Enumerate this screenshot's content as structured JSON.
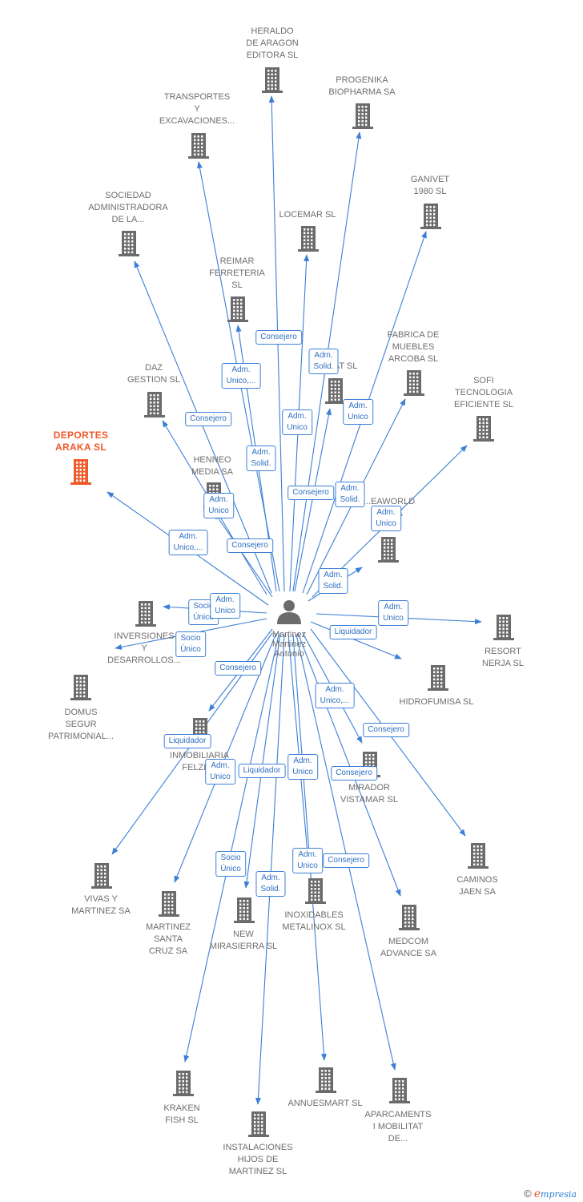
{
  "center": {
    "id": "center",
    "label": "Martinez\nMartinez\nAntonio"
  },
  "nodes": [
    {
      "id": "heraldo",
      "label": "HERALDO\nDE ARAGON\nEDITORA SL"
    },
    {
      "id": "progenika",
      "label": "PROGENIKA\nBIOPHARMA SA"
    },
    {
      "id": "transportes",
      "label": "TRANSPORTES\nY\nEXCAVACIONES..."
    },
    {
      "id": "ganivet",
      "label": "GANIVET\n1980 SL"
    },
    {
      "id": "sociedad",
      "label": "SOCIEDAD\nADMINISTRADORA\nDE LA..."
    },
    {
      "id": "locemar",
      "label": "LOCEMAR SL"
    },
    {
      "id": "reimar",
      "label": "REIMAR\nFERRETERIA\nSL"
    },
    {
      "id": "fabrica",
      "label": "FABRICA DE\nMUEBLES\nARCOBA SL"
    },
    {
      "id": "daz",
      "label": "DAZ\nGESTION SL"
    },
    {
      "id": "dlat",
      "label": "D...LAT SL"
    },
    {
      "id": "sofi",
      "label": "SOFI\nTECNOLOGIA\nEFICIENTE SL"
    },
    {
      "id": "deportes",
      "label": "DEPORTES\nARAKA  SL",
      "highlight": true
    },
    {
      "id": "henneo",
      "label": "HENNEO\nMEDIA SA"
    },
    {
      "id": "seaworld",
      "label": "...EAWORLD\nM...CA"
    },
    {
      "id": "inversiones",
      "label": "INVERSIONES\nY\nDESARROLLOS..."
    },
    {
      "id": "resort",
      "label": "RESORT\nNERJA SL"
    },
    {
      "id": "domus",
      "label": "DOMUS\nSEGUR\nPATRIMONIAL..."
    },
    {
      "id": "hidrofumisa",
      "label": "HIDROFUMISA SL"
    },
    {
      "id": "felze",
      "label": "INMOBILIARIA\nFELZE..."
    },
    {
      "id": "mirador",
      "label": "MIRADOR\nVISTAMAR  SL"
    },
    {
      "id": "caminos",
      "label": "CAMINOS\nJAEN SA"
    },
    {
      "id": "vivas",
      "label": "VIVAS Y\nMARTINEZ SA"
    },
    {
      "id": "santacruz",
      "label": "MARTINEZ\nSANTA\nCRUZ SA"
    },
    {
      "id": "mirasierra",
      "label": "NEW\nMIRASIERRA SL"
    },
    {
      "id": "inoxidables",
      "label": "INOXIDABLES\nMETALINOX SL"
    },
    {
      "id": "medcom",
      "label": "MEDCOM\nADVANCE SA"
    },
    {
      "id": "kraken",
      "label": "KRAKEN\nFISH SL"
    },
    {
      "id": "annuesmart",
      "label": "ANNUESMART SL"
    },
    {
      "id": "aparcaments",
      "label": "APARCAMENTS\nI MOBILITAT\nDE..."
    },
    {
      "id": "instalaciones",
      "label": "INSTALACIONES\nHIJOS DE\nMARTINEZ SL"
    }
  ],
  "edge_labels": [
    "Consejero",
    "Adm.\nSolid.",
    "Adm.\nUnico,...",
    "Adm.\nUnico",
    "Adm.\nUnico",
    "Consejero",
    "Adm.\nSolid.",
    "Consejero",
    "Adm.\nSolid.",
    "Adm.\nUnico",
    "Adm.\nUnico",
    "Adm.\nUnico,...",
    "Consejero",
    "Adm.\nSolid.",
    "Socio\nÚnico",
    "Adm.\nUnico",
    "Adm.\nUnico",
    "Liquidador",
    "Socio\nÚnico",
    "Consejero",
    "Adm.\nUnico,...",
    "Consejero",
    "Liquidador",
    "Adm.\nUnico",
    "Liquidador",
    "Adm.\nUnico",
    "Consejero",
    "Socio\nÚnico",
    "Adm.\nSolid.",
    "Adm.\nUnico",
    "Consejero"
  ],
  "colors": {
    "edge": "#3c7fd6",
    "building": "#6b6b6b",
    "highlight": "#f0592a",
    "person": "#6b6b6b"
  },
  "footer": {
    "copyright": "©",
    "brand_e": "e",
    "brand_rest": "mpresia"
  }
}
